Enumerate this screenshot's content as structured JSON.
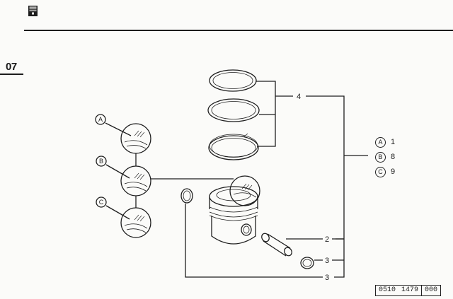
{
  "header": {
    "icon": "book-icon"
  },
  "section": {
    "number": "07"
  },
  "callouts": {
    "rings": "4",
    "pin": "2",
    "clip_right": "3",
    "clip_left": "3",
    "detail_a": "A",
    "detail_b": "B",
    "detail_c": "C"
  },
  "legend": [
    {
      "letter": "A",
      "value": "1"
    },
    {
      "letter": "B",
      "value": "8"
    },
    {
      "letter": "C",
      "value": "9"
    }
  ],
  "part_code": {
    "segment_1": "0510",
    "segment_2": "1479",
    "segment_3": "000"
  }
}
